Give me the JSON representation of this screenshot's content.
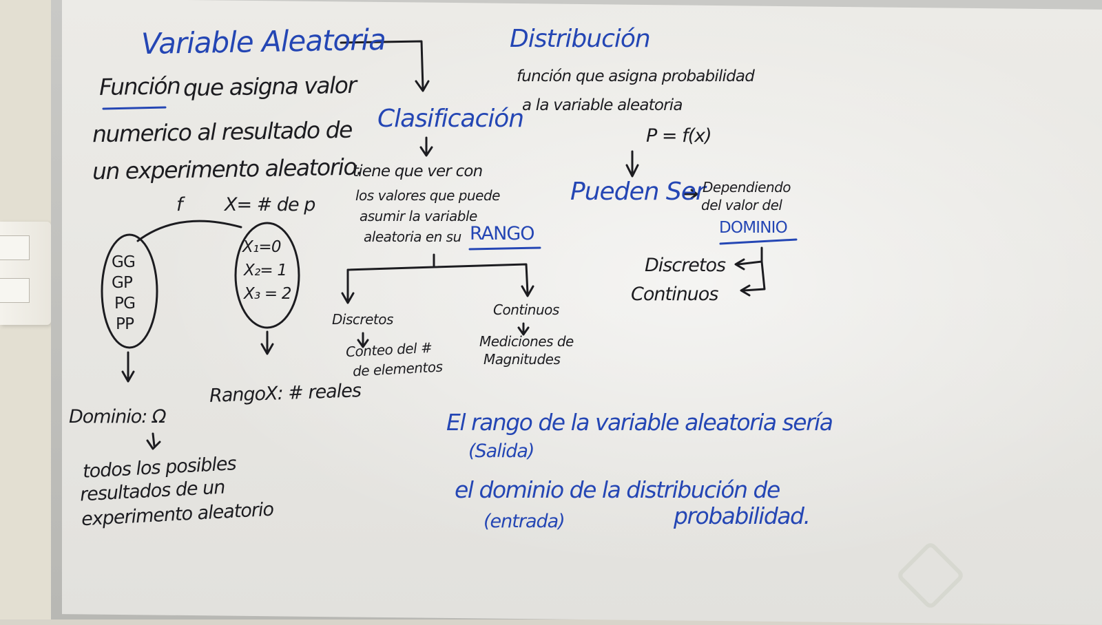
{
  "colors": {
    "blue_marker": "#2446b4",
    "black_marker": "#1c1c20",
    "board": "#e9e8e4"
  },
  "left": {
    "title": "Variable Aleatoria",
    "def_underlined": "Función",
    "def_line1_rest": "que asigna valor",
    "def_line2": "numerico al resultado de",
    "def_line3": "un experimento aleatorio.",
    "f_label": "f",
    "x_label": "X= # de p",
    "domain_items": [
      "GG",
      "GP",
      "PG",
      "PP"
    ],
    "range_items": [
      "X₁=0",
      "X₂= 1",
      "X₃ = 2"
    ],
    "dominio_label": "Dominio: Ω",
    "dominio_desc": [
      "todos los posibles",
      "resultados de un",
      "experimento aleatorio"
    ],
    "rango_label": "RangoX: # reales"
  },
  "middle": {
    "title": "Clasificación",
    "desc": [
      "tiene que ver con",
      "los valores que puede",
      "asumir la variable",
      "aleatoria en su"
    ],
    "rango_word": "RANGO",
    "discretos": "Discretos",
    "discretos_desc": [
      "Conteo del #",
      "de elementos"
    ],
    "continuos": "Continuos",
    "continuos_desc": [
      "Mediciones de",
      "Magnitudes"
    ]
  },
  "right": {
    "title": "Distribución",
    "desc": [
      "función que asigna probabilidad",
      "a la variable aleatoria"
    ],
    "formula": "P = f(x)",
    "pueden_ser": "Pueden Ser",
    "dependiendo": [
      "Dependiendo",
      "del valor del"
    ],
    "dominio_word": "DOMINIO",
    "discretos": "Discretos",
    "continuos": "Continuos"
  },
  "bottom": {
    "line1": "El rango de la variable aleatoria sería",
    "line1b": "(Salida)",
    "line2": "el dominio de la distribución de",
    "line2b": "(entrada)",
    "line2c": "probabilidad."
  }
}
